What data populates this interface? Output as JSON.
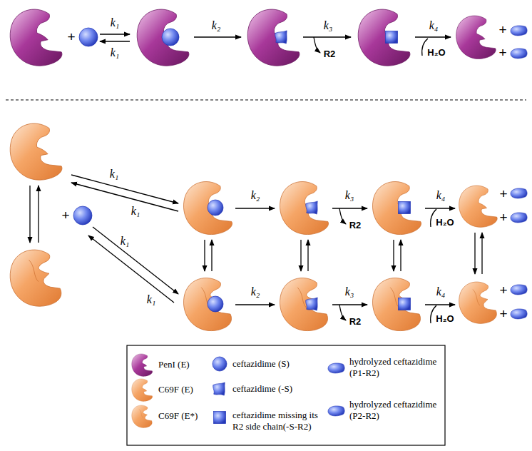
{
  "diagram": {
    "labels": [
      "+",
      "k₁",
      "k₁",
      "k₂",
      "k₃",
      "R2",
      "k₄",
      "H₂O",
      "+",
      "+",
      "+",
      "k₁",
      "k₁",
      "k₁",
      "k₁",
      "k₂",
      "k₃",
      "R2",
      "k₄",
      "H₂O",
      "+",
      "+",
      "k₂",
      "k₃",
      "R2",
      "k₄",
      "H₂O",
      "+",
      "+"
    ],
    "legend": [
      {
        "text": "PenI (E)"
      },
      {
        "text": "C69F (E)"
      },
      {
        "text": "C69F (E*)"
      },
      {
        "text": "ceftazidime (S)"
      },
      {
        "text": "ceftazidime (-S)"
      },
      {
        "text": "ceftazidime missing its R2 side chain(-S-R2)"
      },
      {
        "text": "hydrolyzed ceftazidime (P1-R2)"
      },
      {
        "text": "hydrolyzed ceftazidime (P2-R2)"
      }
    ]
  }
}
